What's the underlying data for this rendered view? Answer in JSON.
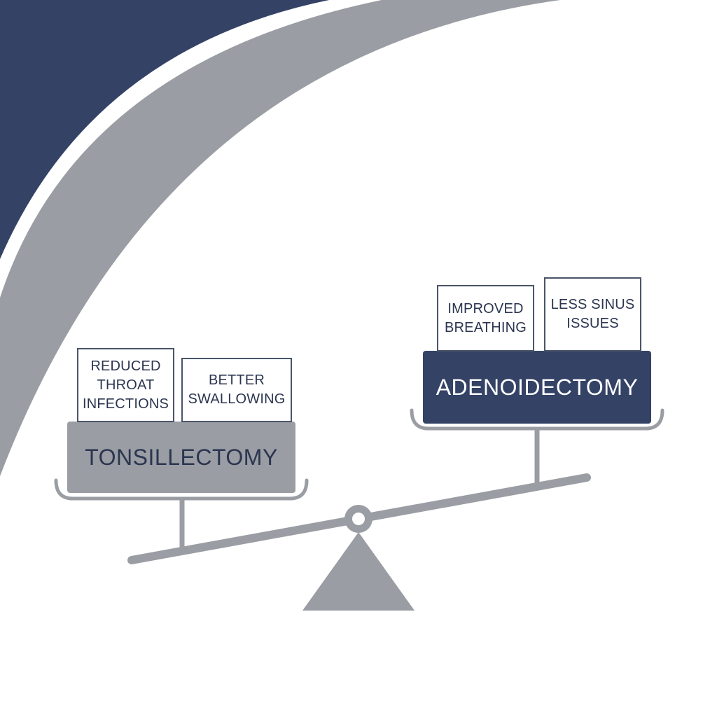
{
  "colors": {
    "navy": "#344266",
    "gray": "#9a9da3",
    "card_border": "#4a5568",
    "text_dark": "#2b3550",
    "text_light": "#ffffff"
  },
  "left_side": {
    "box_label": "TONSILLECTOMY",
    "cards": [
      {
        "text": "REDUCED\nTHROAT\nINFECTIONS"
      },
      {
        "text": "BETTER\nSWALLOWING"
      }
    ]
  },
  "right_side": {
    "box_label": "ADENOIDECTOMY",
    "cards": [
      {
        "text": "IMPROVED\nBREATHING"
      },
      {
        "text": "LESS SINUS\nISSUES"
      }
    ]
  }
}
